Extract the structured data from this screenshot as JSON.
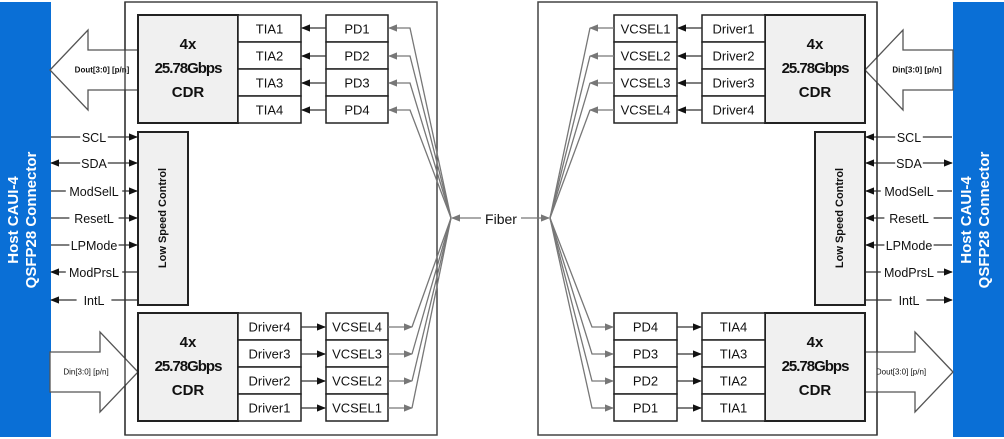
{
  "host": {
    "line1": "Host CAUI-4",
    "line2": "QSFP28 Connector"
  },
  "colors": {
    "host_blue": "#0a6fd6",
    "cdr_fill": "#f0f0f0",
    "fiber_gray": "#777777"
  },
  "cdr": {
    "line1": "4x",
    "line2": "25.78Gbps",
    "line3": "CDR"
  },
  "low_speed": "Low Speed Control",
  "fiber": "Fiber",
  "left": {
    "dout": "Dout[3:0] [p/n]",
    "din": "Din[3:0] [p/n]",
    "tia": [
      "TIA1",
      "TIA2",
      "TIA3",
      "TIA4"
    ],
    "pd": [
      "PD1",
      "PD2",
      "PD3",
      "PD4"
    ],
    "driver": [
      "Driver4",
      "Driver3",
      "Driver2",
      "Driver1"
    ],
    "vcsel": [
      "VCSEL4",
      "VCSEL3",
      "VCSEL2",
      "VCSEL1"
    ]
  },
  "right": {
    "din": "Din[3:0] [p/n]",
    "dout": "Dout[3:0] [p/n]",
    "vcsel": [
      "VCSEL1",
      "VCSEL2",
      "VCSEL3",
      "VCSEL4"
    ],
    "driver": [
      "Driver1",
      "Driver2",
      "Driver3",
      "Driver4"
    ],
    "pd": [
      "PD4",
      "PD3",
      "PD2",
      "PD1"
    ],
    "tia": [
      "TIA4",
      "TIA3",
      "TIA2",
      "TIA1"
    ]
  },
  "signals": [
    {
      "name": "SCL",
      "dir": "in"
    },
    {
      "name": "SDA",
      "dir": "bi"
    },
    {
      "name": "ModSelL",
      "dir": "in"
    },
    {
      "name": "ResetL",
      "dir": "in"
    },
    {
      "name": "LPMode",
      "dir": "in"
    },
    {
      "name": "ModPrsL",
      "dir": "out"
    },
    {
      "name": "IntL",
      "dir": "out"
    }
  ]
}
